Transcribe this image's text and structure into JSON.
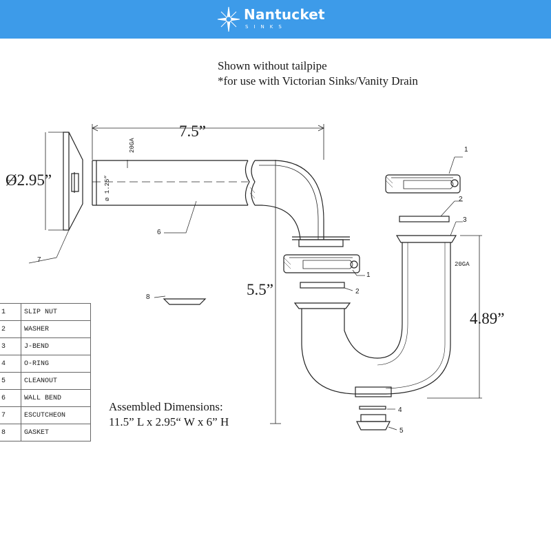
{
  "header": {
    "brand_name": "Nantucket",
    "brand_sub": "SINKS",
    "brand_color": "#3d9be9"
  },
  "notes": {
    "line1": "Shown without  tailpipe",
    "line2": "*for use with Victorian Sinks/Vanity Drain"
  },
  "dimensions": {
    "length": "7.5”",
    "escutcheon_diameter": "Ø2.95”",
    "height_total": "5.5”",
    "jbend_height": "4.89”",
    "pipe_diameter": "ø 1.25”",
    "gauge_1": "20GA",
    "gauge_2": "20GA"
  },
  "callouts": [
    "1",
    "2",
    "3",
    "1",
    "2",
    "4",
    "5",
    "6",
    "7",
    "8"
  ],
  "parts": [
    {
      "num": "1",
      "name": "SLIP NUT"
    },
    {
      "num": "2",
      "name": "WASHER"
    },
    {
      "num": "3",
      "name": "J-BEND"
    },
    {
      "num": "4",
      "name": "O-RING"
    },
    {
      "num": "5",
      "name": "CLEANOUT"
    },
    {
      "num": "6",
      "name": "WALL BEND"
    },
    {
      "num": "7",
      "name": "ESCUTCHEON"
    },
    {
      "num": "8",
      "name": "GASKET"
    }
  ],
  "assembled": {
    "title": "Assembled Dimensions:",
    "value": "11.5” L x 2.95“ W x 6” H"
  }
}
